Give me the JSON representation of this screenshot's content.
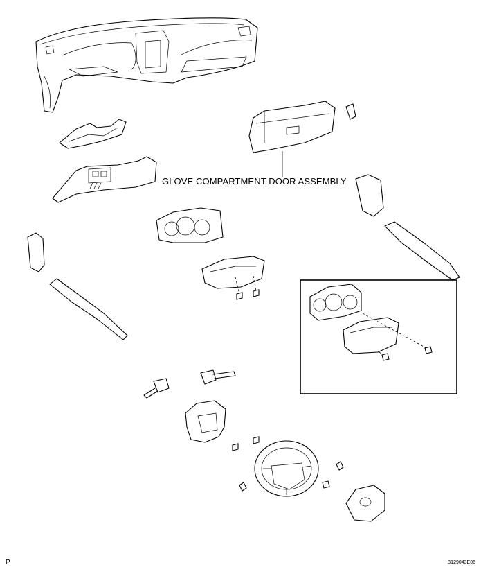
{
  "callout": {
    "glove_compartment": "GLOVE COMPARTMENT DOOR ASSEMBLY"
  },
  "page_marker": "P",
  "figure_code": "B129043E06",
  "colors": {
    "line": "#000000",
    "background": "#ffffff"
  }
}
